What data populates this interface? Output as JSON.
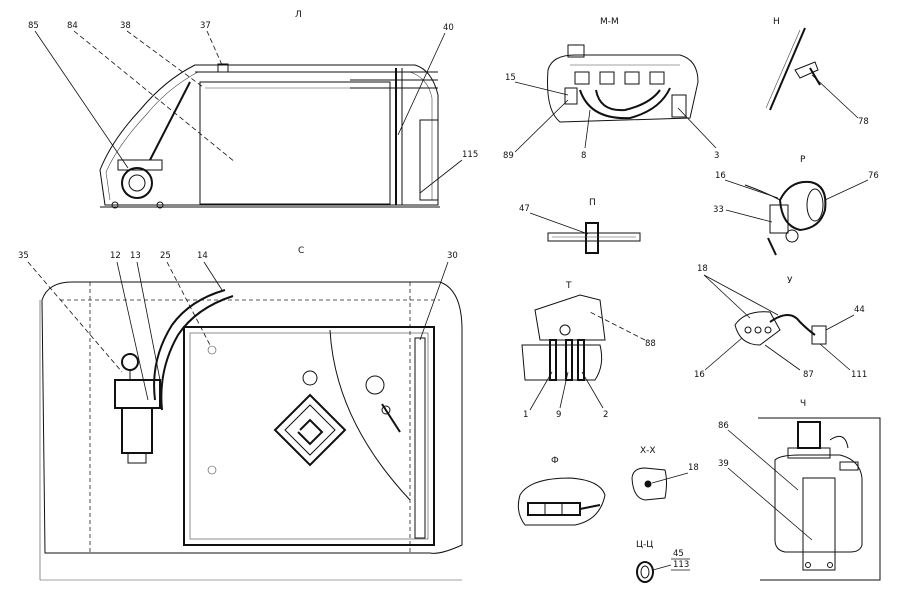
{
  "views": {
    "L": "Л",
    "MM": "М-М",
    "N": "Н",
    "S": "С",
    "R": "Р",
    "P": "П",
    "T": "Т",
    "U": "У",
    "F": "Ф",
    "XX": "Х-Х",
    "Ch": "Ч",
    "TsTs": "Ц-Ц"
  },
  "callouts": {
    "c85": "85",
    "c84": "84",
    "c38": "38",
    "c37": "37",
    "c40": "40",
    "c115": "115",
    "c15": "15",
    "c89": "89",
    "c8": "8",
    "c3": "3",
    "c78": "78",
    "c16a": "16",
    "c76": "76",
    "c33": "33",
    "c47": "47",
    "c35": "35",
    "c12": "12",
    "c13": "13",
    "c25": "25",
    "c14": "14",
    "c30": "30",
    "c88": "88",
    "c1": "1",
    "c9": "9",
    "c2": "2",
    "c18a": "18",
    "c44": "44",
    "c16b": "16",
    "c87": "87",
    "c111": "111",
    "c18b": "18",
    "c86": "86",
    "c39": "39",
    "c45": "45",
    "c113": "113"
  }
}
